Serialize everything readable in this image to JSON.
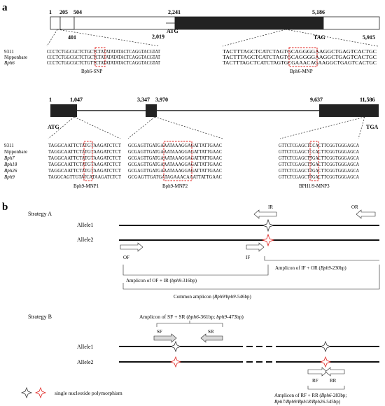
{
  "panel_a": {
    "label": "a",
    "gene1": {
      "coords": [
        "1",
        "205",
        "504",
        "401",
        "2,241",
        "2,019",
        "5,186",
        "5,915"
      ],
      "atg": "ATG",
      "tag": "TAG",
      "left_block": {
        "names": [
          "9311",
          "Nipponbare",
          "Bph6"
        ],
        "seqs": [
          "CCCTCTGGCGCTCTGCTCTATATATATACTCAGGTACGTAT",
          "CCCTCTGGCGCTCTGCTCTATATATATACTCAGGTACGTAT",
          "CCCTCTGGCGCTCTGTTCTATATATATACTCAGGTACGTAT"
        ],
        "marker": "Bph6-SNP"
      },
      "right_block": {
        "seqs": [
          "TACTTTAGCTCATCTAGTGCAGGGGAAGGCTGAGTCACTGC",
          "TACTTTAGCTCATCTAGTGCAGGGGAAGGCTGAGTCACTGC",
          "TACTTTAGCTCATCTAGTGCGAAACAGAAGGCTGAGTCACTGC"
        ],
        "marker": "Bph6-MNP"
      }
    },
    "gene2": {
      "coords": [
        "1",
        "1,047",
        "3,347",
        "3,970",
        "9,637",
        "11,586"
      ],
      "atg": "ATG",
      "tga": "TGA",
      "names": [
        "9311",
        "Nipponbare",
        "Bph7",
        "Bph18",
        "Bph26",
        "Bph9"
      ],
      "block1": {
        "seqs": [
          "TAGGCAATTCTATGTAAGATCTCT",
          "TAGGCAATTCTATGTAAGATCTCT",
          "TAGGCAATTCTATGTAAGATCTCT",
          "TAGGCAATTCTATGTAAGATCTCT",
          "TAGGCAATTCTATGTAAGATCTCT",
          "TAGGCAGTTGTATCATAAGATCTCT"
        ],
        "marker": "Bph9-MNP1"
      },
      "block2": {
        "seqs": [
          "GCGAGTTGATGAAATAAAGGAGATTATTGAAC",
          "GCGAGTTGATGAAATAAAGGAGATTATTGAAC",
          "GCGAGTTGATGAAATAAAGGAGATTATTGAAC",
          "GCGAGTTGATGAAATAAAGGAGATTATTGAAC",
          "GCGAGTTGATGAAATAAAGGAGATTATTGAAC",
          "GCGAGTTGATGATAGAAACAAATTATTGAAC"
        ],
        "marker": "Bph9-MNP2"
      },
      "block3": {
        "seqs": [
          "GTTCTCGAGCTCCACTTCGGTGGGAGCA",
          "GTTCTCGAGCTCCACTTCGGTGGGAGCA",
          "GTTCTCGAGCTTGACTTCGGTGGGAGCA",
          "GTTCTCGAGCTTGACTTCGGTGGGAGCA",
          "GTTCTCGAGCTTGACTTCGGTGGGAGCA",
          "GTTCTCGAGCTTGACTTCGGTGGGAGCA"
        ],
        "marker": "BPH1/9-MNP3"
      }
    }
  },
  "panel_b": {
    "label": "b",
    "strategy_a": {
      "title": "Strategy A",
      "allele1": "Allele1",
      "allele2": "Allele2",
      "primers": {
        "IR": "IR",
        "OR": "OR",
        "OF": "OF",
        "IF": "IF"
      },
      "amp_if_or": {
        "pre": "Amplicon of IF + OR (",
        "it": "Bph9",
        "post": "-230bp)"
      },
      "amp_of_ir": {
        "pre": "Amplicon of OF + IR (",
        "it": "bph9",
        "post": "-316bp)"
      },
      "amp_common": {
        "pre": "Common amplicon (",
        "it": "Bph9/bph9",
        "post": "-546bp)"
      }
    },
    "strategy_b": {
      "title": "Strategy B",
      "amp_sf_sr": {
        "pre": "Amplicon of SF + SR (",
        "it1": "bph6",
        "mid": "-361bp; ",
        "it2": "bph9",
        "post": "-473bp)"
      },
      "allele1": "Allele1",
      "allele2": "Allele2",
      "primers": {
        "SF": "SF",
        "SR": "SR",
        "RF": "RF",
        "RR": "RR"
      },
      "amp_rf_rr_line1": {
        "pre": "Amplicon of RF + RR (",
        "it": "Bph6",
        "post": "-283bp;"
      },
      "amp_rf_rr_line2": {
        "it": "Bph7/Bph9/Bph18/Bph26",
        "post": "-545bp)"
      }
    },
    "legend": "single nucleotide polymorphism"
  },
  "colors": {
    "highlight": "#e0201c",
    "exon": "#222222",
    "arrow_fill": "#d9d9d9"
  }
}
